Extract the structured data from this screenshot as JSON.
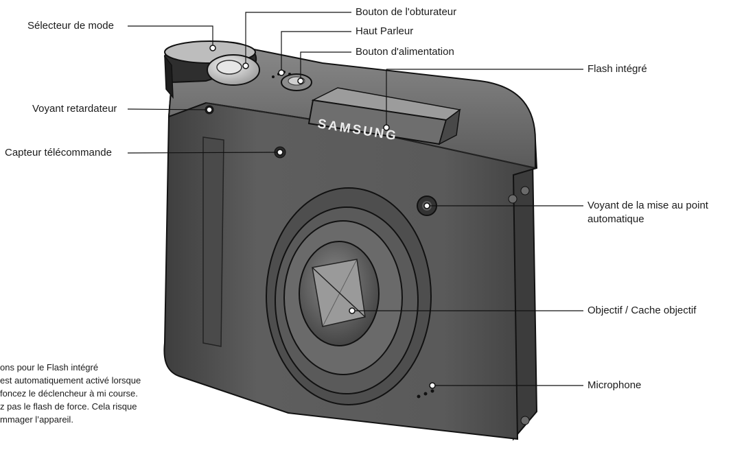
{
  "brand": "SAMSUNG",
  "labels": {
    "mode_selector": "Sélecteur de mode",
    "shutter_button": "Bouton de l'obturateur",
    "speaker": "Haut Parleur",
    "power_button": "Bouton d'alimentation",
    "flash": "Flash intégré",
    "self_timer_lamp": "Voyant retardateur",
    "remote_sensor": "Capteur télécommande",
    "af_lamp_line1": "Voyant de la mise au point",
    "af_lamp_line2": "automatique",
    "lens": "Objectif / Cache objectif",
    "microphone": "Microphone"
  },
  "note": {
    "lines": [
      "ons pour le Flash intégré",
      " est automatiquement activé lorsque",
      "foncez le déclencheur à mi course.",
      "z pas le flash de force. Cela risque",
      "mmager l’appareil."
    ]
  },
  "colors": {
    "body": "#5c5c5c",
    "body_dark": "#3a3a3a",
    "outline": "#111111",
    "metal": "#cfcfcf"
  }
}
